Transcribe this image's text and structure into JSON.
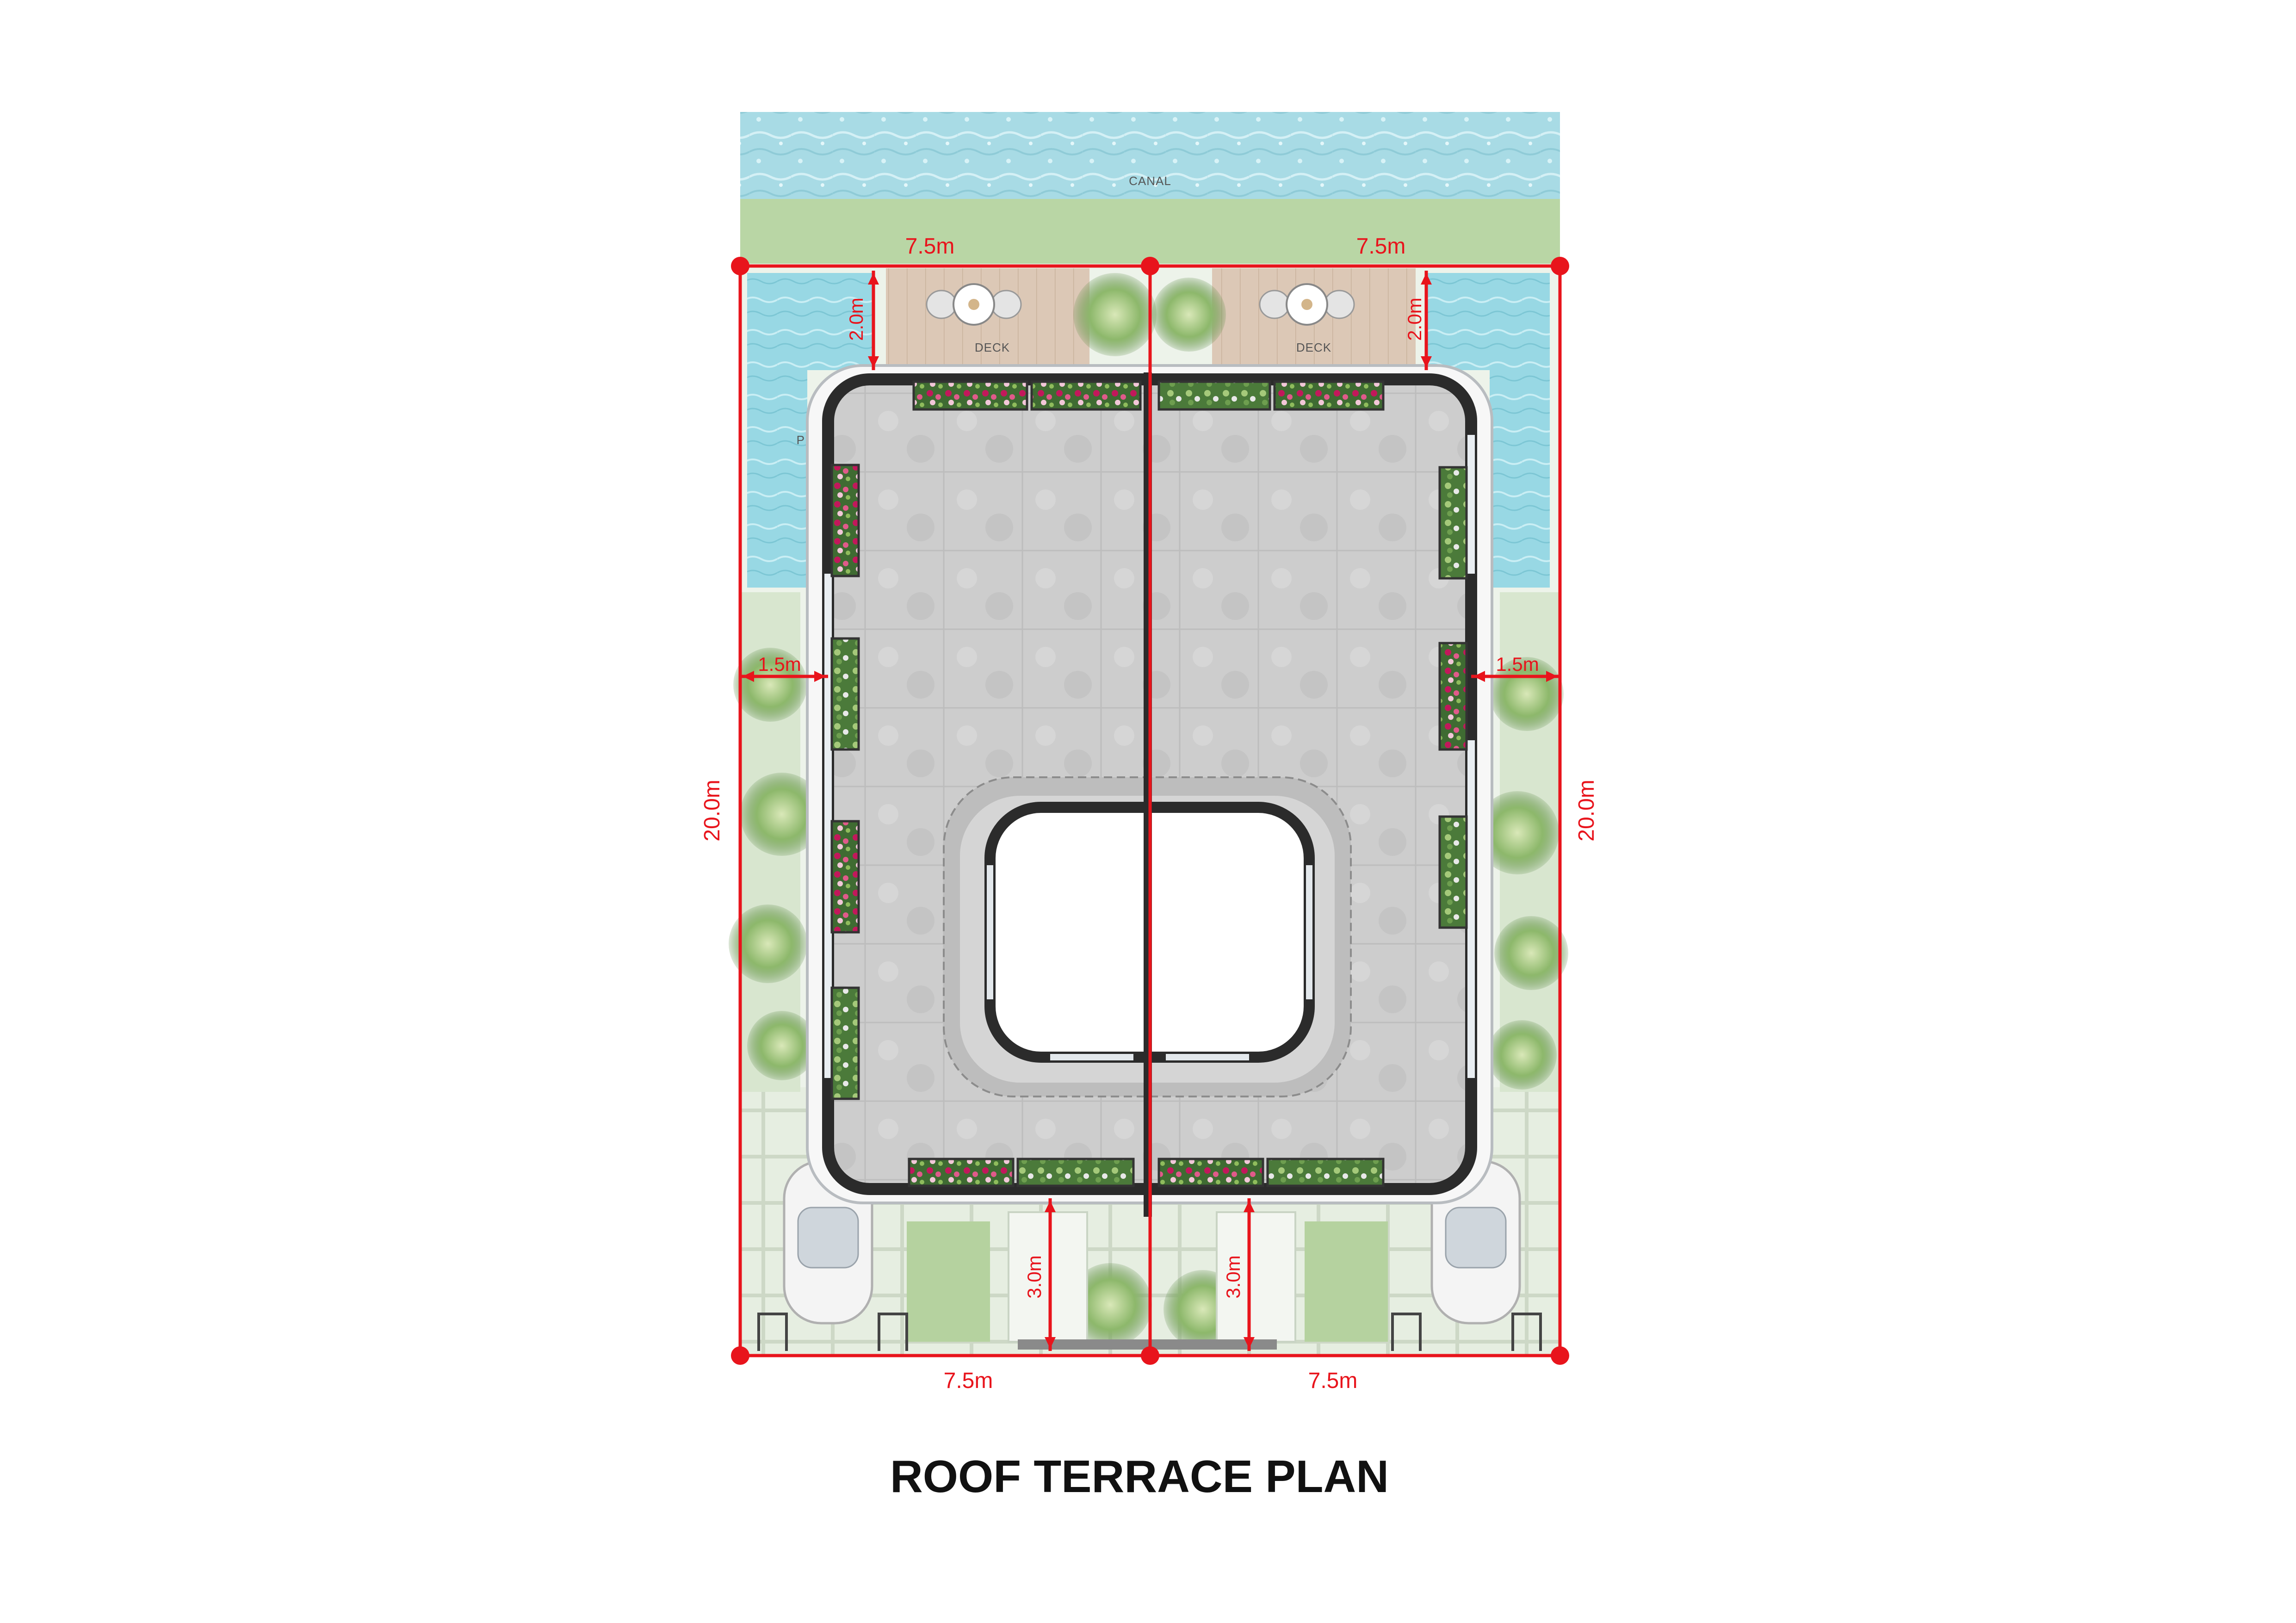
{
  "title": "ROOF TERRACE PLAN",
  "labels": {
    "canal": "CANAL",
    "deck_left": "DECK",
    "deck_right": "DECK",
    "pool_partial": "P"
  },
  "dimensions": {
    "top_left_width": "7.5m",
    "top_right_width": "7.5m",
    "bottom_left_width": "7.5m",
    "bottom_right_width": "7.5m",
    "left_depth": "20.0m",
    "right_depth": "20.0m",
    "left_side_setback": "1.5m",
    "right_side_setback": "1.5m",
    "left_deck_setback": "2.0m",
    "right_deck_setback": "2.0m",
    "left_front_setback": "3.0m",
    "right_front_setback": "3.0m"
  },
  "colors": {
    "dimension": "#e8141c",
    "water": "#a9dce6",
    "lawn": "#b7d3a2",
    "terrace_floor": "#c9c9c9",
    "parapet": "#2b2b2b",
    "deck": "#d9c6b5",
    "planter_flowers": "#c2185b",
    "planter_green": "#4f7a3a"
  }
}
